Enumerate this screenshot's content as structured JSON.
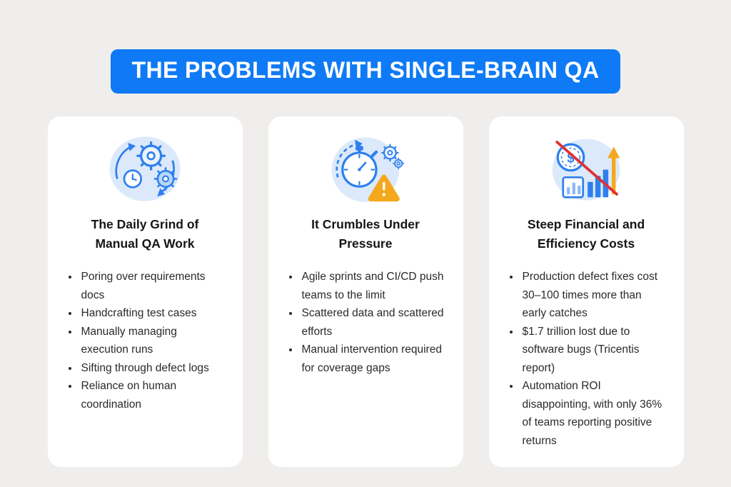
{
  "banner": {
    "title": "THE PROBLEMS WITH SINGLE-BRAIN QA"
  },
  "colors": {
    "page_bg": "#efeeec",
    "banner": "#0f7af5",
    "card_bg": "#ffffff",
    "icon_accent": "#2f80ed",
    "icon_bg": "#dbe9fb",
    "warning": "#f5a81c",
    "danger": "#e03131",
    "title_text": "#161616",
    "body_text": "#2a2a2a"
  },
  "icons": {
    "dollar_glyph": "$"
  },
  "cards": [
    {
      "icon": "gears-icon",
      "title": "The Daily Grind of Manual QA Work",
      "bullets": [
        "Poring over requirements docs",
        "Handcrafting test cases",
        "Manually managing execution runs",
        "Sifting through defect logs",
        "Reliance on human coordination"
      ]
    },
    {
      "icon": "stopwatch-pressure-icon",
      "title": "It Crumbles Under Pressure",
      "bullets": [
        "Agile sprints and CI/CD push teams to the limit",
        "Scattered data and scattered efforts",
        "Manual intervention required for coverage gaps"
      ]
    },
    {
      "icon": "financial-cost-icon",
      "title": "Steep Financial and Efficiency Costs",
      "bullets": [
        "Production defect fixes cost 30–100 times more than early catches",
        "$1.7 trillion lost due to software bugs (Tricentis report)",
        "Automation ROI disappointing, with only 36% of teams reporting positive returns"
      ]
    }
  ]
}
